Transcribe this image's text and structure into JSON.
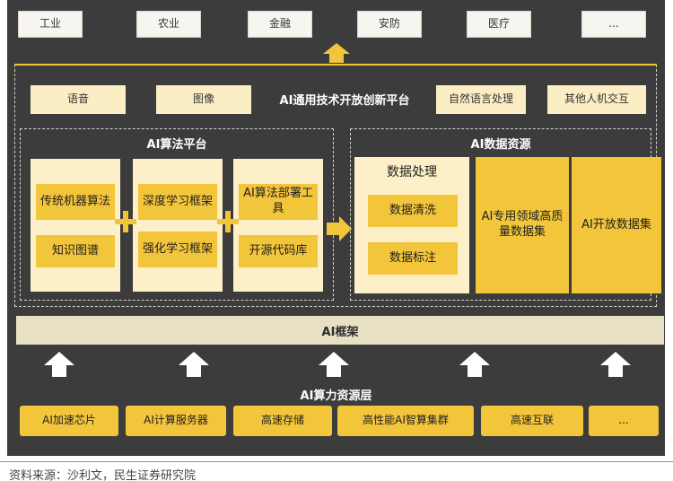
{
  "application_row": [
    "工业",
    "农业",
    "金融",
    "安防",
    "医疗",
    "..."
  ],
  "platform": {
    "title": "AI通用技术开放创新平台",
    "left_items": [
      "语音",
      "图像"
    ],
    "right_items": [
      "自然语言处理",
      "其他人机交互"
    ]
  },
  "algorithm_platform": {
    "title": "AI算法平台",
    "columns": [
      [
        "传统机器算法",
        "知识图谱"
      ],
      [
        "深度学习框架",
        "强化学习框架"
      ],
      [
        "AI算法部署工具",
        "开源代码库"
      ]
    ]
  },
  "data_resources": {
    "title": "AI数据资源",
    "processing": {
      "title": "数据处理",
      "items": [
        "数据清洗",
        "数据标注"
      ]
    },
    "datasets": [
      "AI专用领域高质量数据集",
      "AI开放数据集"
    ]
  },
  "framework": "AI框架",
  "compute_layer": {
    "title": "AI算力资源层",
    "items": [
      "AI加速芯片",
      "AI计算服务器",
      "高速存储",
      "高性能AI智算集群",
      "高速互联",
      "..."
    ]
  },
  "source": "资料来源：沙利文，民生证券研究院",
  "colors": {
    "background": "#3c3c3c",
    "accent_yellow": "#f3c53a",
    "light_yellow": "#fdf0c8",
    "framework_bar": "#e7e0c4",
    "arrow_white": "#ffffff"
  }
}
